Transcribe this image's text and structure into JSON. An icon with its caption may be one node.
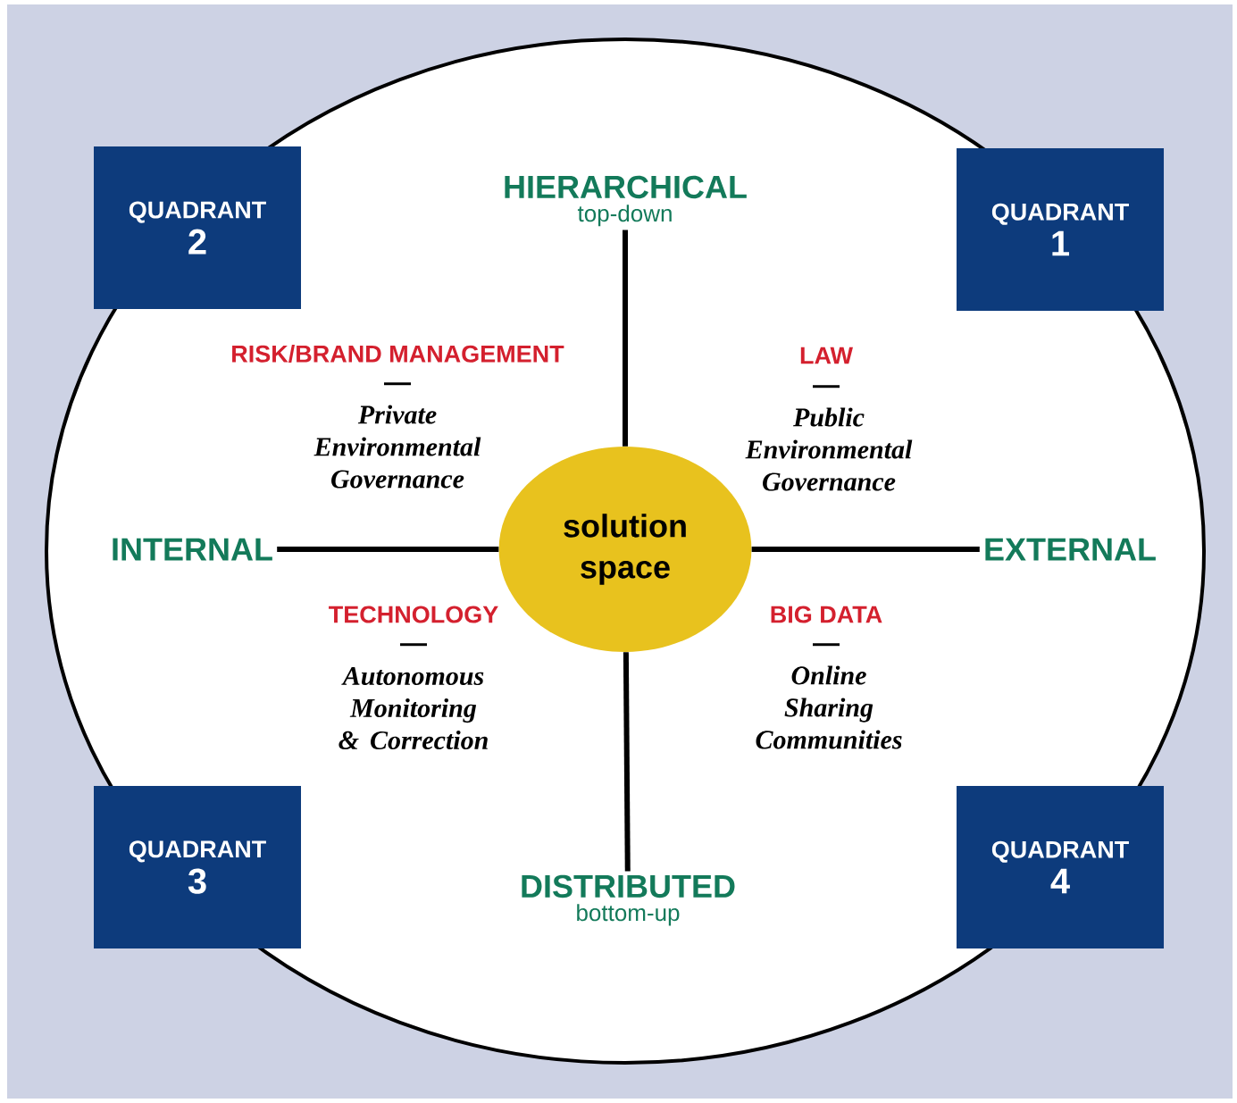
{
  "diagram": {
    "nodes": [
      {
        "text": [
          "QUADRANT",
          "2"
        ]
      },
      {
        "text": [
          "HIERARCHICAL",
          "top-down"
        ]
      },
      {
        "text": [
          "QUADRANT",
          "1"
        ]
      },
      {
        "text": [
          "INTERNAL"
        ]
      },
      {
        "text": [
          "solution space"
        ]
      },
      {
        "text": [
          "EXTERNAL"
        ]
      },
      {
        "text": [
          "QUADRANT",
          "3"
        ]
      },
      {
        "text": [
          "DISTRIBUTED",
          "bottom-up"
        ]
      },
      {
        "text": [
          "QUADRANT",
          "4"
        ]
      }
    ],
    "edges": [
      {
        "from": 4,
        "to": 1,
        "arrow": "none"
      },
      {
        "from": 4,
        "to": 3,
        "arrow": "none"
      },
      {
        "from": 4,
        "to": 5,
        "arrow": "none"
      },
      {
        "from": 4,
        "to": 7,
        "arrow": "none"
      }
    ],
    "labels": [
      "RISK/BRAND MANAGEMENT",
      "—",
      "Private Environmental Governance",
      "LAW",
      "—",
      "Public Environmental Governance",
      "TECHNOLOGY",
      "—",
      "Autonomous Monitoring & Correction",
      "BIG DATA",
      "—",
      "Online Sharing Communities"
    ]
  }
}
